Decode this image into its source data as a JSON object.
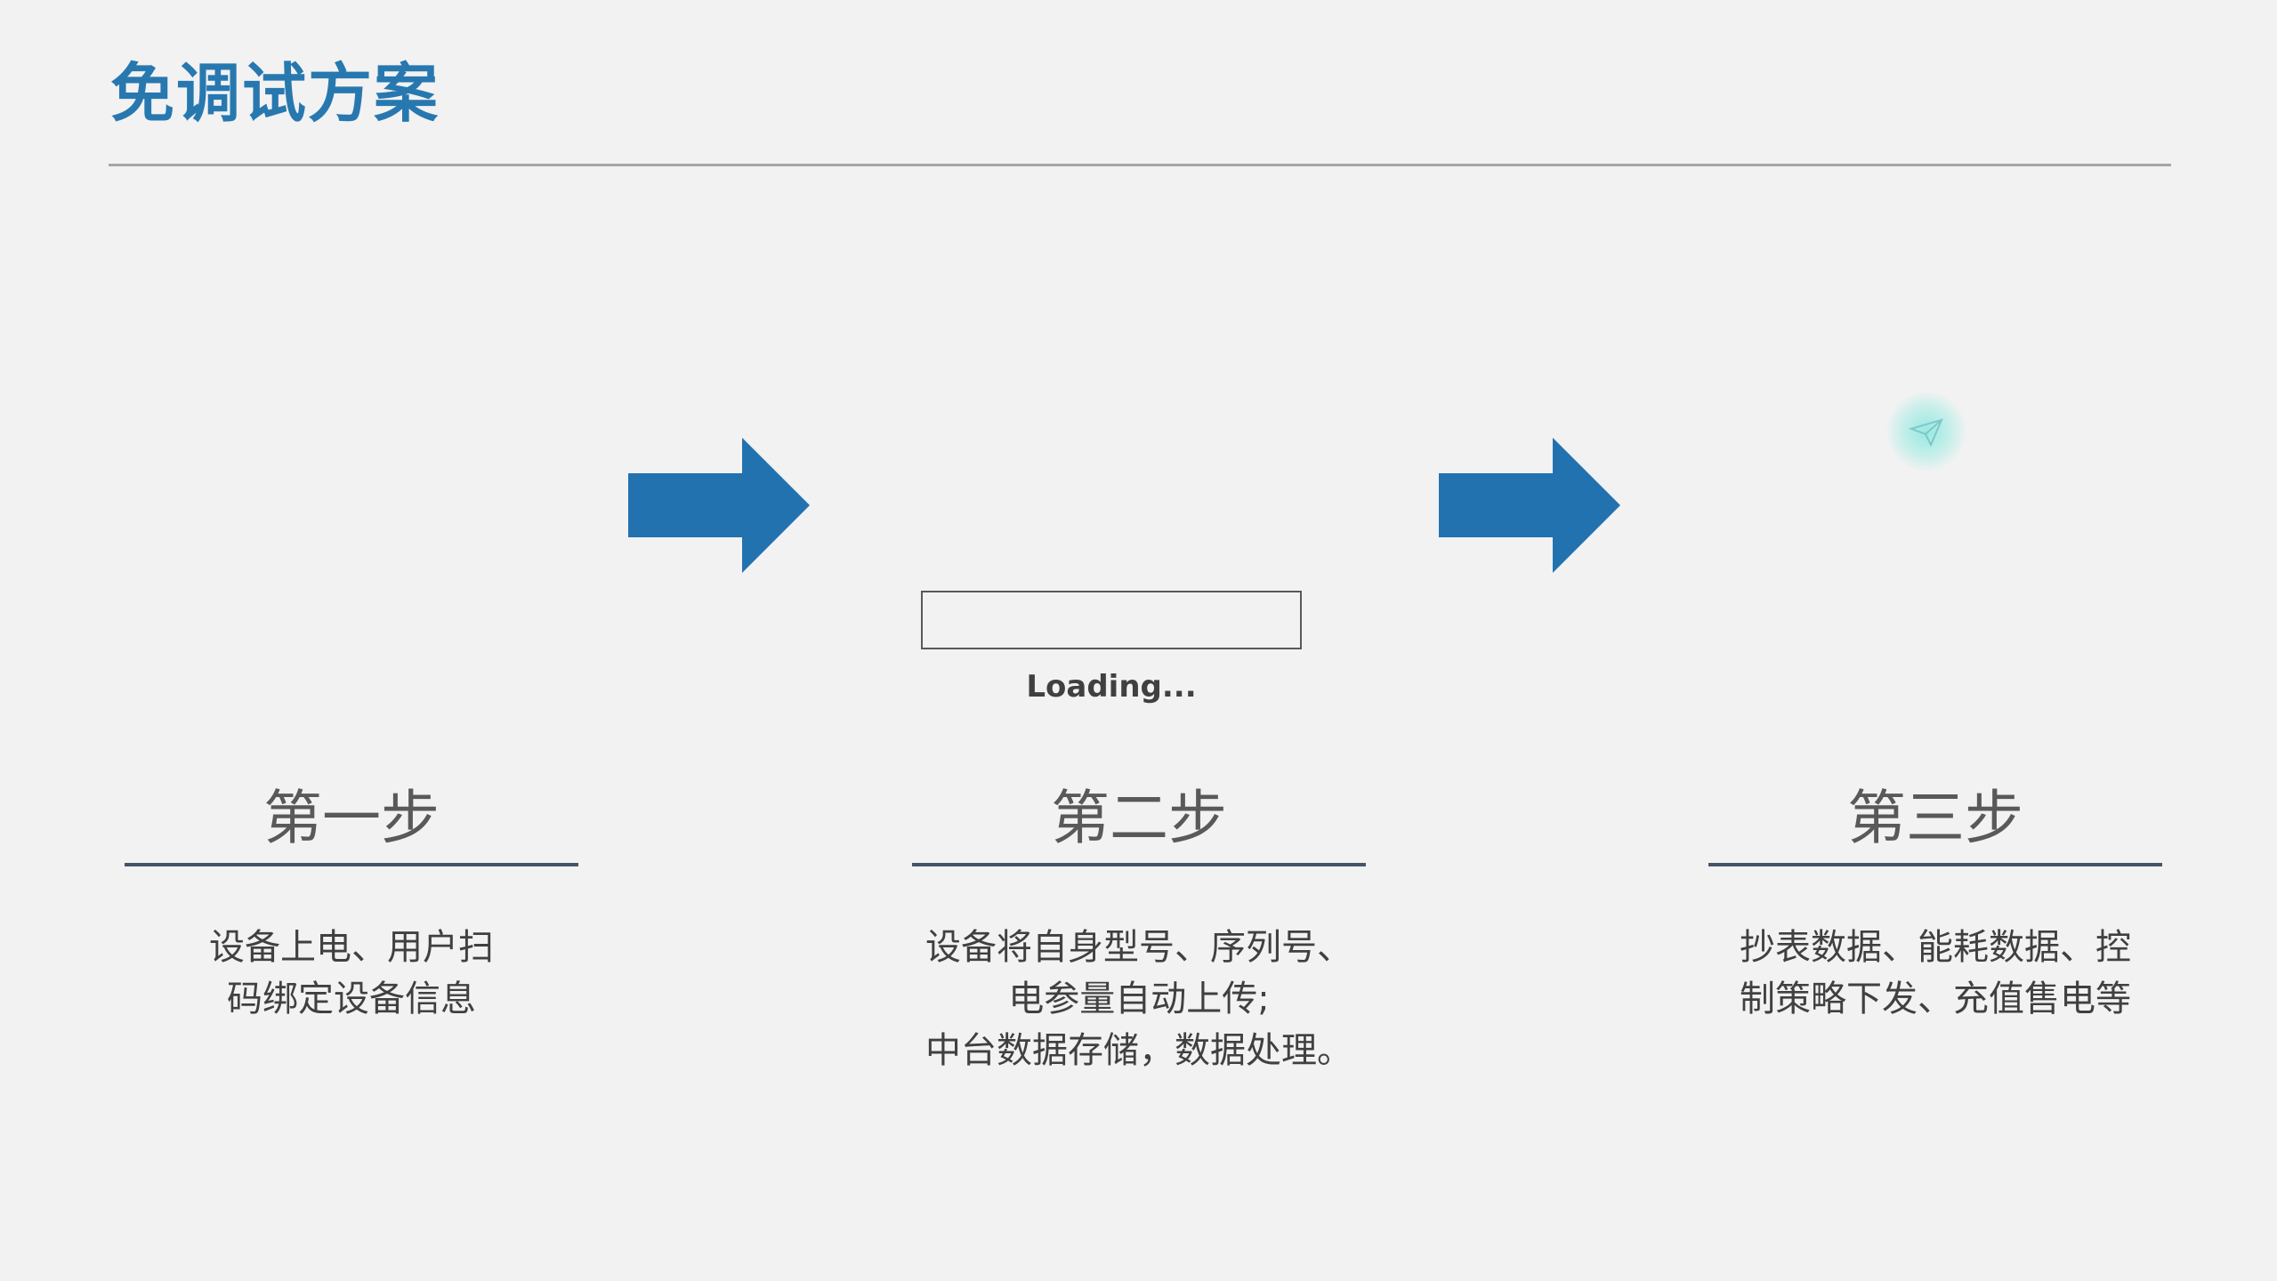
{
  "page": {
    "title": "免调试方案"
  },
  "loading": {
    "label": "Loading..."
  },
  "steps": [
    {
      "title": "第一步",
      "lines": [
        "设备上电、用户扫",
        "码绑定设备信息"
      ]
    },
    {
      "title": "第二步",
      "lines": [
        "设备将自身型号、序列号、",
        "电参量自动上传;",
        "中台数据存储，数据处理。"
      ]
    },
    {
      "title": "第三步",
      "lines": [
        "抄表数据、能耗数据、控",
        "制策略下发、充值售电等"
      ]
    }
  ],
  "colors": {
    "title": "#2878b0",
    "arrow": "#2272b0",
    "rule": "#44546a",
    "background": "#f2f2f2"
  },
  "icons": {
    "arrow": "right-arrow-icon",
    "glow": "sparkle-icon"
  }
}
